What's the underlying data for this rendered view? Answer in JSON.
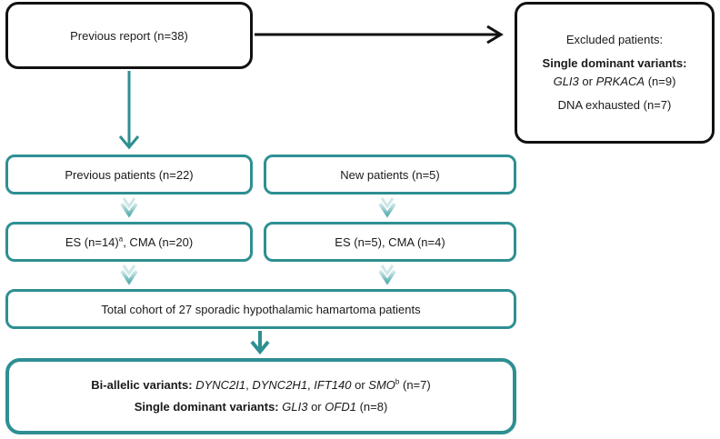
{
  "previous_report": {
    "label": "Previous report (n=38)"
  },
  "excluded": {
    "title": "Excluded patients:",
    "single_dominant_heading": "Single dominant variants:",
    "gene_gli3": "GLI3",
    "or": "or",
    "gene_prkaca": "PRKACA",
    "count_single": "(n=9)",
    "dna_exhausted": "DNA exhausted (n=7)"
  },
  "previous_patients": {
    "label": "Previous patients (n=22)"
  },
  "new_patients": {
    "label": "New patients (n=5)"
  },
  "prev_tests": {
    "es": "ES (n=14)",
    "es_sup": "a",
    "cma": ", CMA (n=20)"
  },
  "new_tests": {
    "label": "ES (n=5), CMA (n=4)"
  },
  "total_cohort": {
    "label": "Total cohort of 27 sporadic hypothalamic hamartoma patients"
  },
  "results": {
    "biallelic_heading": "Bi-allelic variants:",
    "gene_dync2i1": "DYNC2I1",
    "sep1": ",",
    "gene_dync2h1": "DYNC2H1",
    "sep2": ",",
    "gene_ift140": "IFT140",
    "or": "or",
    "gene_smo": "SMO",
    "smo_sup": "b",
    "count_biallelic": "(n=7)",
    "single_dominant_heading": "Single dominant variants:",
    "gene_gli3": "GLI3",
    "or2": "or",
    "gene_ofd1": "OFD1",
    "count_single": "(n=8)"
  },
  "colors": {
    "teal": "#2e8f92",
    "teal_light": "#a9d4d6",
    "dark": "#111111"
  }
}
